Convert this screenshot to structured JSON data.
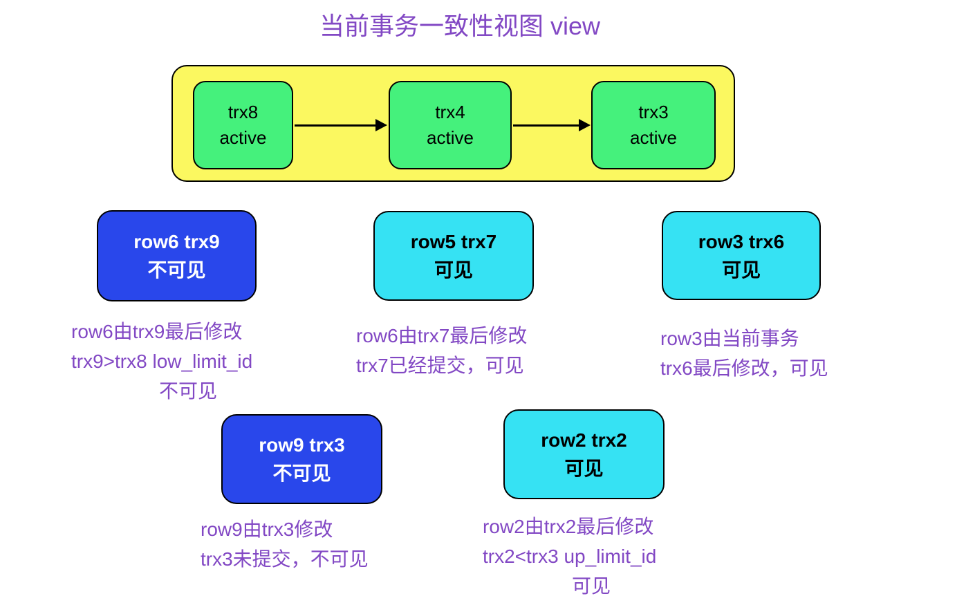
{
  "title": "当前事务一致性视图 view",
  "palette": {
    "purple": "#8248c4",
    "yellow": "#fbf860",
    "green": "#45f17c",
    "blue": "#2947eb",
    "cyan": "#36e2f3"
  },
  "active_trx_list": {
    "nodes": [
      {
        "id": "trx8",
        "line1": "trx8",
        "line2": "active"
      },
      {
        "id": "trx4",
        "line1": "trx4",
        "line2": "active"
      },
      {
        "id": "trx3",
        "line1": "trx3",
        "line2": "active"
      }
    ]
  },
  "row_cards": [
    {
      "name": "row6-trx9",
      "title": "row6 trx9",
      "visibility": "不可见",
      "variant": "invisible",
      "caption": [
        "row6由trx9最后修改",
        "trx9>trx8 low_limit_id",
        "不可见"
      ]
    },
    {
      "name": "row5-trx7",
      "title": "row5 trx7",
      "visibility": "可见",
      "variant": "visible",
      "caption": [
        "row6由trx7最后修改",
        "trx7已经提交，可见"
      ]
    },
    {
      "name": "row3-trx6",
      "title": "row3 trx6",
      "visibility": "可见",
      "variant": "visible",
      "caption": [
        "row3由当前事务",
        "trx6最后修改，可见"
      ]
    },
    {
      "name": "row9-trx3",
      "title": "row9 trx3",
      "visibility": "不可见",
      "variant": "invisible",
      "caption": [
        "row9由trx3修改",
        "trx3未提交，不可见"
      ]
    },
    {
      "name": "row2-trx2",
      "title": "row2 trx2",
      "visibility": "可见",
      "variant": "visible",
      "caption": [
        "row2由trx2最后修改",
        "trx2<trx3 up_limit_id",
        "可见"
      ]
    }
  ]
}
